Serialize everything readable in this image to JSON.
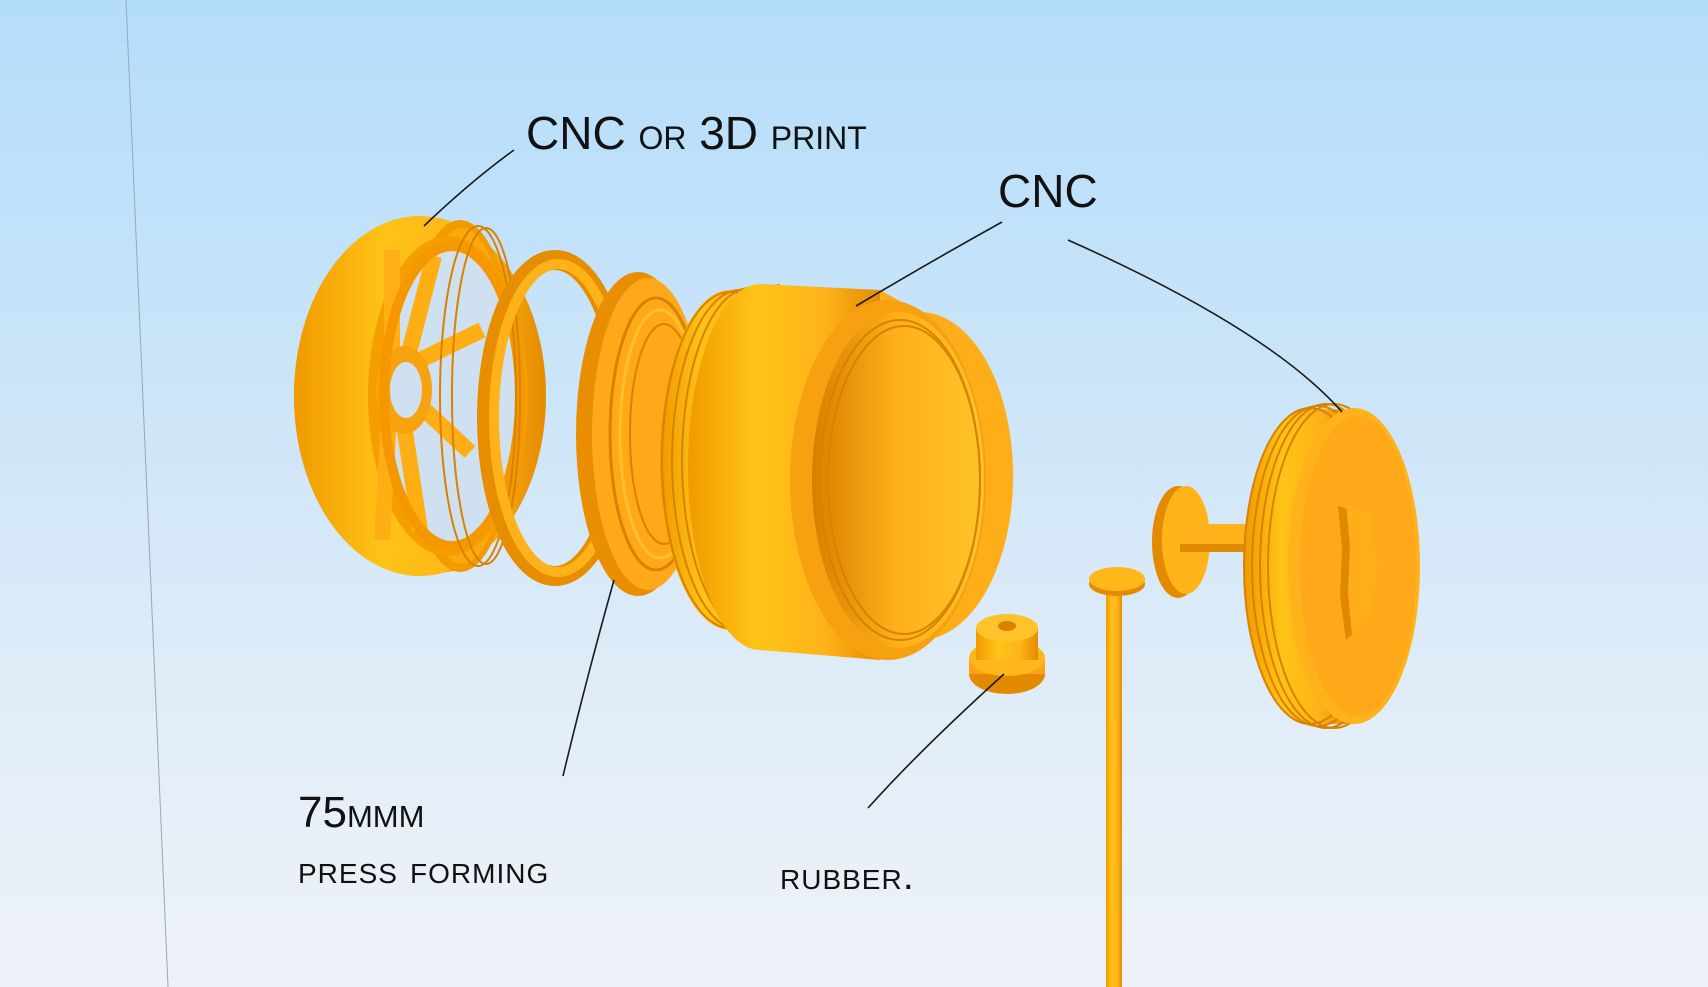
{
  "labels": {
    "cnc_or_3d_print": "CNC or 3D print",
    "cnc": "CNC",
    "thickness": "75μmm",
    "press_forming": "press forming",
    "rubber": "rubber."
  },
  "parts": [
    {
      "name": "spoked-front-ring"
    },
    {
      "name": "thin-o-ring"
    },
    {
      "name": "press-formed-diaphragm"
    },
    {
      "name": "threaded-main-body"
    },
    {
      "name": "rubber-bushing"
    },
    {
      "name": "long-pin-rod"
    },
    {
      "name": "threaded-end-cap"
    }
  ],
  "colors": {
    "part_light": "#ffc21a",
    "part_mid": "#ffa41a",
    "part_dark": "#e48a00",
    "part_shadow": "#c67500",
    "background_top": "#b4ddfb",
    "background_bottom": "#edf2f7",
    "leader_line": "#1a1a1a"
  }
}
